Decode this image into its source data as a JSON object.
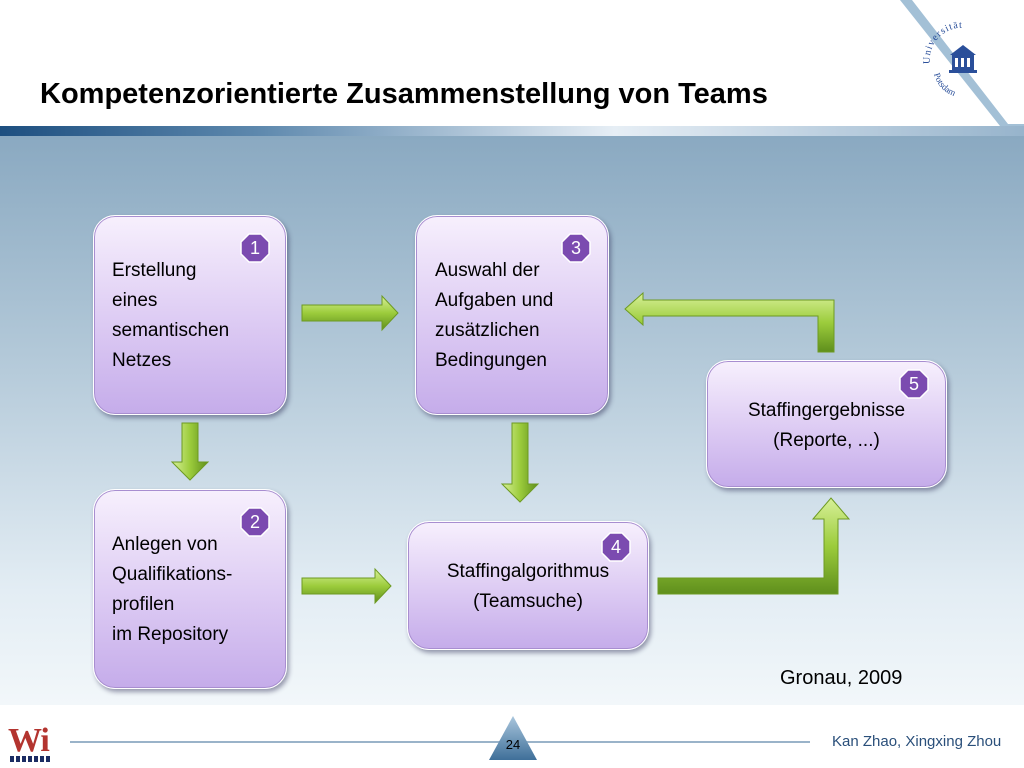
{
  "slide": {
    "title": "Kompetenzorientierte Zusammenstellung von Teams",
    "citation": "Gronau, 2009",
    "page_number": "24",
    "authors": "Kan Zhao, Xingxing Zhou"
  },
  "logo": {
    "university_text": "Universität",
    "city_text": "Potsdam",
    "icon": "university-building-icon"
  },
  "footer_logo": {
    "text": "Wi"
  },
  "diagram": {
    "steps": [
      {
        "number": "1",
        "lines": [
          "Erstellung",
          "eines",
          "semantischen",
          "Netzes"
        ]
      },
      {
        "number": "2",
        "lines": [
          "Anlegen von",
          "Qualifikations-",
          "profilen",
          "im Repository"
        ]
      },
      {
        "number": "3",
        "lines": [
          "Auswahl der",
          "Aufgaben und",
          "zusätzlichen",
          "Bedingungen"
        ]
      },
      {
        "number": "4",
        "lines": [
          "Staffingalgorithmus",
          "(Teamsuche)"
        ]
      },
      {
        "number": "5",
        "lines": [
          "Staffingergebnisse",
          "(Reporte, ...)"
        ]
      }
    ],
    "connections": [
      {
        "from": "1",
        "to": "3"
      },
      {
        "from": "1",
        "to": "2"
      },
      {
        "from": "3",
        "to": "4"
      },
      {
        "from": "2",
        "to": "4"
      },
      {
        "from": "4",
        "to": "5"
      },
      {
        "from": "5",
        "to": "3"
      }
    ]
  },
  "colors": {
    "box_fill": "#dccaf3",
    "badge_fill": "#7b4bb0",
    "arrow_fill": "#9ccc3c",
    "title_bar": "#1d4f80",
    "wi_red": "#b3342f"
  }
}
